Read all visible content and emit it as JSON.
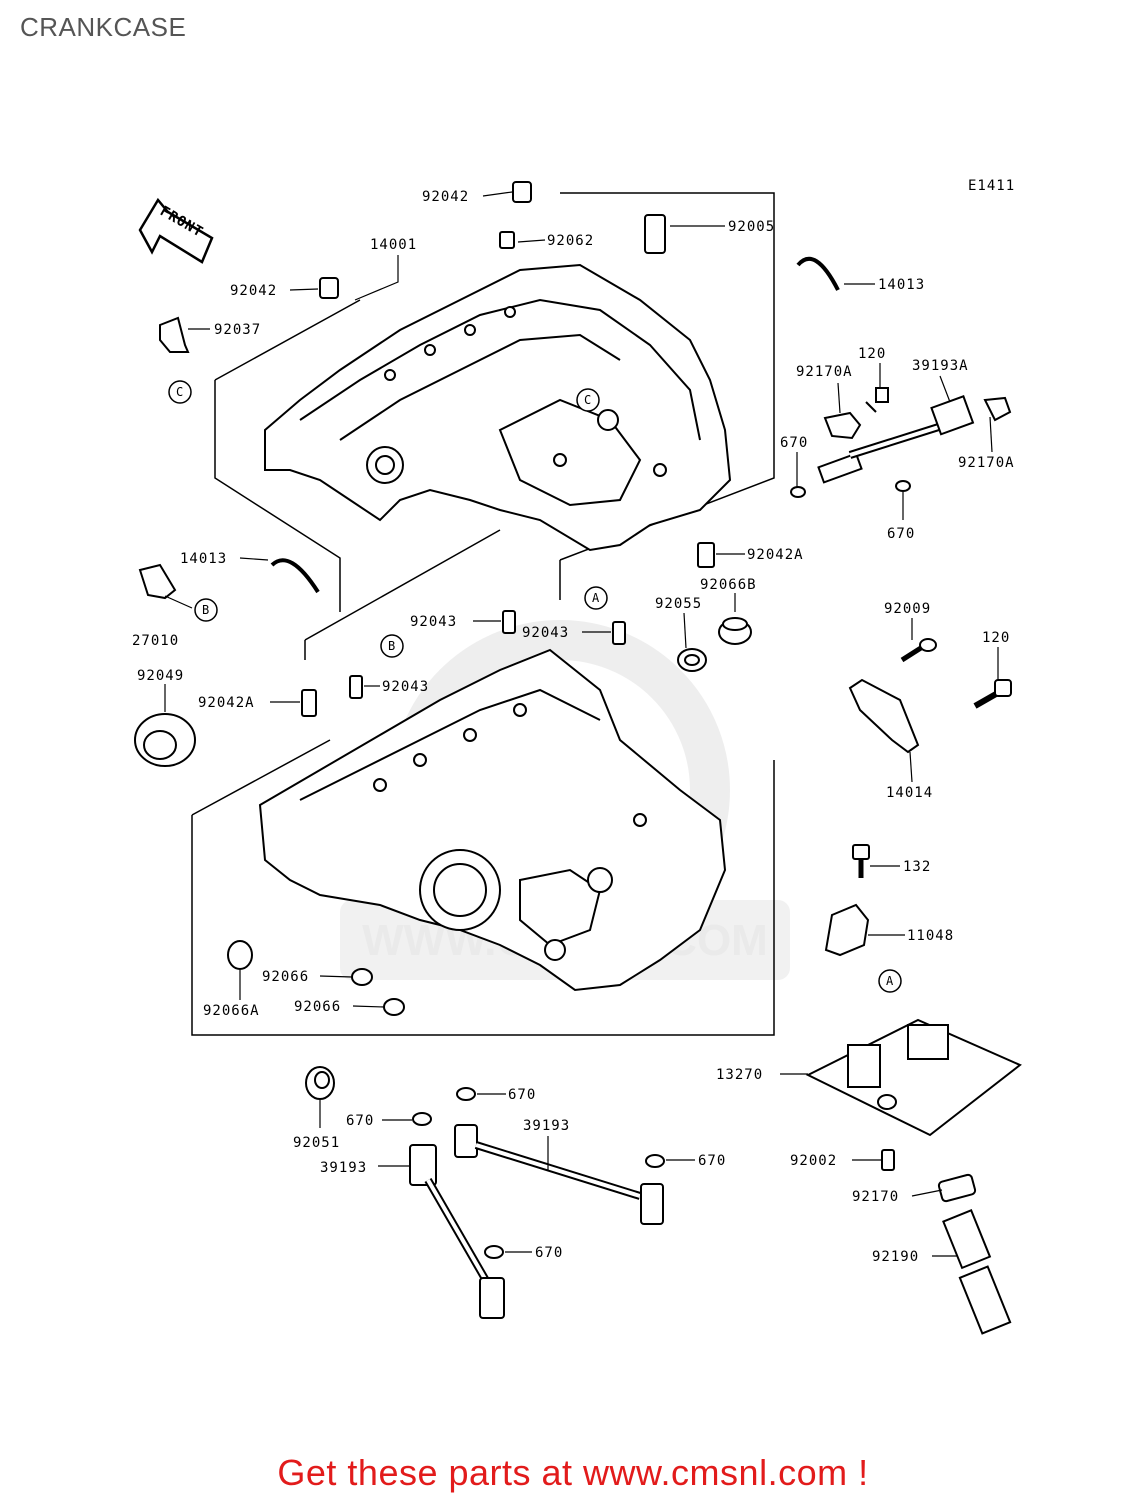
{
  "page": {
    "title": "CRANKCASE"
  },
  "diagram": {
    "code": "E1411",
    "front_arrow": "FRONT",
    "watermark": "WWW.CMSNL.COM",
    "callouts": {
      "A": "A",
      "B": "B",
      "C": "C"
    },
    "parts": [
      {
        "id": "p92042-top",
        "number": "92042"
      },
      {
        "id": "p92005",
        "number": "92005"
      },
      {
        "id": "p14001",
        "number": "14001"
      },
      {
        "id": "p92062",
        "number": "92062"
      },
      {
        "id": "p92042-left",
        "number": "92042"
      },
      {
        "id": "p92037",
        "number": "92037"
      },
      {
        "id": "p14013-top",
        "number": "14013"
      },
      {
        "id": "p120-top",
        "number": "120"
      },
      {
        "id": "p92170A-left",
        "number": "92170A"
      },
      {
        "id": "p39193A",
        "number": "39193A"
      },
      {
        "id": "p670-right",
        "number": "670"
      },
      {
        "id": "p92170A-right",
        "number": "92170A"
      },
      {
        "id": "p670-right2",
        "number": "670"
      },
      {
        "id": "p14013-left",
        "number": "14013"
      },
      {
        "id": "p27010",
        "number": "27010"
      },
      {
        "id": "p92042A-right",
        "number": "92042A"
      },
      {
        "id": "p92066B",
        "number": "92066B"
      },
      {
        "id": "p92043-a",
        "number": "92043"
      },
      {
        "id": "p92043-b",
        "number": "92043"
      },
      {
        "id": "p92055",
        "number": "92055"
      },
      {
        "id": "p92009",
        "number": "92009"
      },
      {
        "id": "p120-right",
        "number": "120"
      },
      {
        "id": "p92049",
        "number": "92049"
      },
      {
        "id": "p92042A-left",
        "number": "92042A"
      },
      {
        "id": "p92043-c",
        "number": "92043"
      },
      {
        "id": "p14014",
        "number": "14014"
      },
      {
        "id": "p132",
        "number": "132"
      },
      {
        "id": "p11048",
        "number": "11048"
      },
      {
        "id": "p92066-a",
        "number": "92066"
      },
      {
        "id": "p92066A",
        "number": "92066A"
      },
      {
        "id": "p92066-b",
        "number": "92066"
      },
      {
        "id": "p13270",
        "number": "13270"
      },
      {
        "id": "p670-mid",
        "number": "670"
      },
      {
        "id": "p670-left",
        "number": "670"
      },
      {
        "id": "p39193-mid",
        "number": "39193"
      },
      {
        "id": "p670-low",
        "number": "670"
      },
      {
        "id": "p92002",
        "number": "92002"
      },
      {
        "id": "p92051",
        "number": "92051"
      },
      {
        "id": "p39193-left",
        "number": "39193"
      },
      {
        "id": "p92170",
        "number": "92170"
      },
      {
        "id": "p670-bottom",
        "number": "670"
      },
      {
        "id": "p92190",
        "number": "92190"
      }
    ]
  },
  "footer": {
    "link_text": "Get these parts at www.cmsnl.com !"
  }
}
